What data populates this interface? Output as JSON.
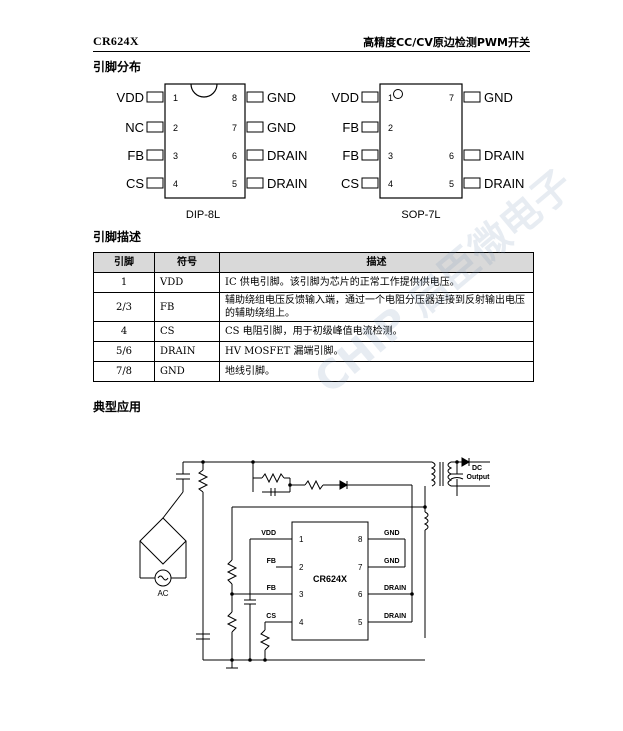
{
  "header": {
    "doc_code": "CR624X",
    "doc_title": "高精度CC/CV原边检测PWM开关"
  },
  "sections": {
    "pin_layout": "引脚分布",
    "pin_description": "引脚描述",
    "typical_app": "典型应用"
  },
  "dip8": {
    "label": "DIP-8L",
    "left_pins": [
      {
        "num": "1",
        "name": "VDD"
      },
      {
        "num": "2",
        "name": "NC"
      },
      {
        "num": "3",
        "name": "FB"
      },
      {
        "num": "4",
        "name": "CS"
      }
    ],
    "right_pins": [
      {
        "num": "8",
        "name": "GND"
      },
      {
        "num": "7",
        "name": "GND"
      },
      {
        "num": "6",
        "name": "DRAIN"
      },
      {
        "num": "5",
        "name": "DRAIN"
      }
    ]
  },
  "sop7": {
    "label": "SOP-7L",
    "left_pins": [
      {
        "num": "1",
        "name": "VDD"
      },
      {
        "num": "2",
        "name": "FB"
      },
      {
        "num": "3",
        "name": "FB"
      },
      {
        "num": "4",
        "name": "CS"
      }
    ],
    "right_pins": [
      {
        "num": "7",
        "name": "GND"
      },
      {
        "num": "6",
        "name": "DRAIN"
      },
      {
        "num": "5",
        "name": "DRAIN"
      }
    ]
  },
  "pin_table": {
    "headers": [
      "引脚",
      "符号",
      "描述"
    ],
    "rows": [
      {
        "pin": "1",
        "symbol": "VDD",
        "desc": "IC 供电引脚。该引脚为芯片的正常工作提供供电压。"
      },
      {
        "pin": "2/3",
        "symbol": "FB",
        "desc": "辅助绕组电压反馈输入端，通过一个电阻分压器连接到反射输出电压的辅助绕组上。"
      },
      {
        "pin": "4",
        "symbol": "CS",
        "desc": "CS 电阻引脚，用于初级峰值电流检测。"
      },
      {
        "pin": "5/6",
        "symbol": "DRAIN",
        "desc": "HV MOSFET  漏端引脚。"
      },
      {
        "pin": "7/8",
        "symbol": "GND",
        "desc": "地线引脚。"
      }
    ]
  },
  "circuit": {
    "chip_label": "CR624X",
    "ac_label": "AC",
    "dc_output_label": "DC\nOutput",
    "left_pins": [
      {
        "num": "1",
        "name": "VDD"
      },
      {
        "num": "2",
        "name": "FB"
      },
      {
        "num": "3",
        "name": "FB"
      },
      {
        "num": "4",
        "name": "CS"
      }
    ],
    "right_pins": [
      {
        "num": "8",
        "name": "GND"
      },
      {
        "num": "7",
        "name": "GND"
      },
      {
        "num": "6",
        "name": "DRAIN"
      },
      {
        "num": "5",
        "name": "DRAIN"
      }
    ]
  },
  "watermark": "CHIP 启臣微电子"
}
